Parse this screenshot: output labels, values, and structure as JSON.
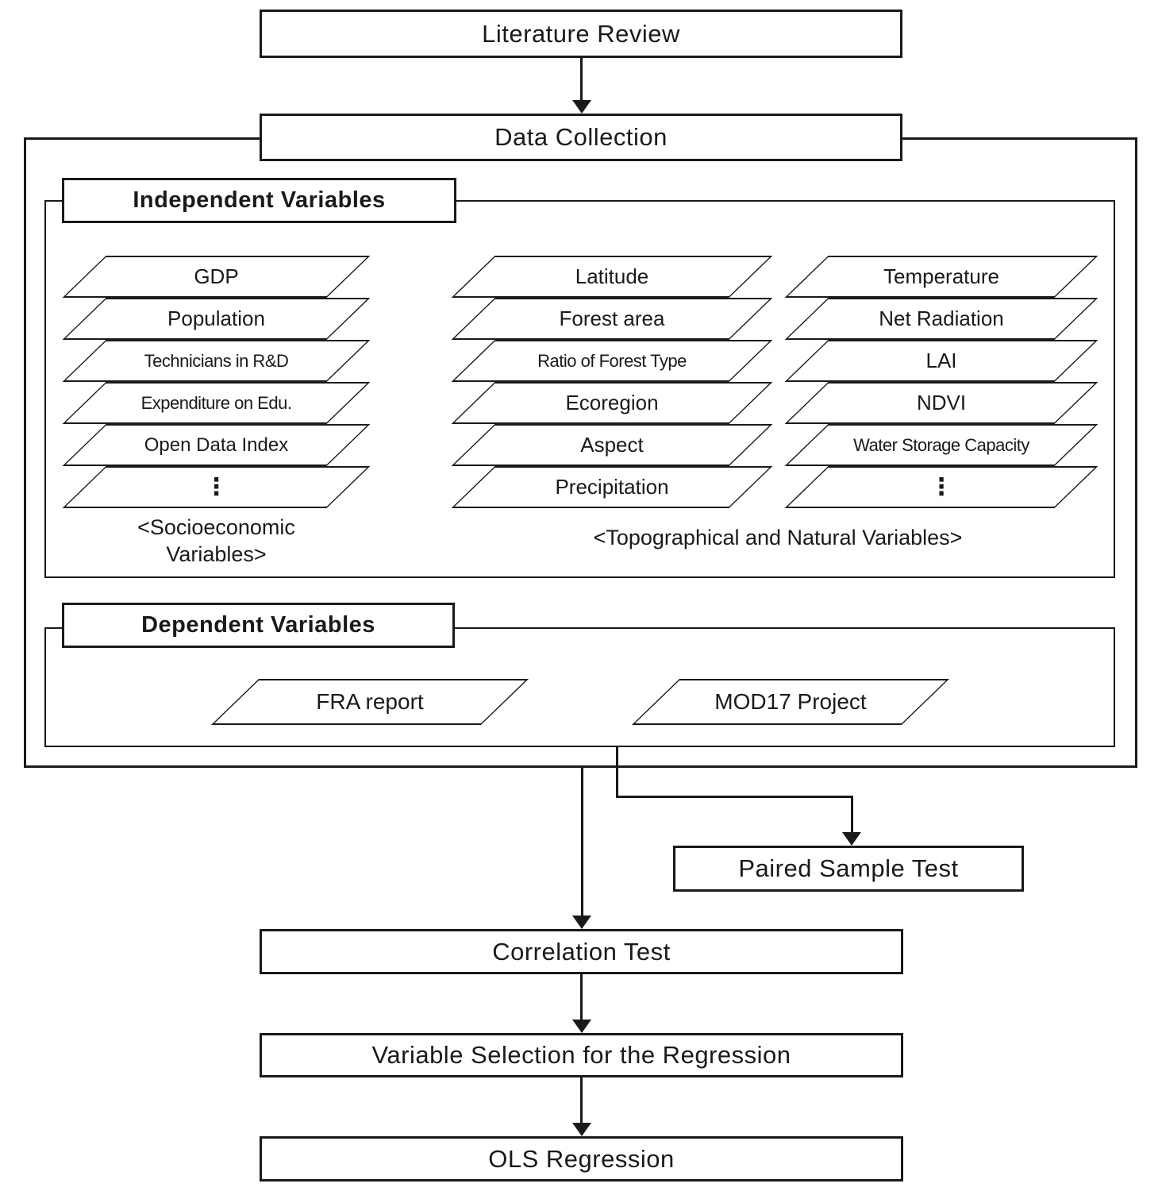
{
  "flow": {
    "literature_review": "Literature Review",
    "data_collection": "Data Collection",
    "paired_sample_test": "Paired Sample Test",
    "correlation_test": "Correlation Test",
    "variable_selection": "Variable Selection for the Regression",
    "ols_regression": "OLS Regression"
  },
  "independent_section": {
    "title": "Independent Variables",
    "socioeconomic_items": [
      "GDP",
      "Population",
      "Technicians in R&D",
      "Expenditure on Edu.",
      "Open Data Index",
      "⋮"
    ],
    "socioeconomic_label": "<Socioeconomic Variables>",
    "topo_col1_items": [
      "Latitude",
      "Forest area",
      "Ratio of Forest Type",
      "Ecoregion",
      "Aspect",
      "Precipitation"
    ],
    "topo_col2_items": [
      "Temperature",
      "Net Radiation",
      "LAI",
      "NDVI",
      "Water Storage Capacity",
      "⋮"
    ],
    "topo_label": "<Topographical and Natural Variables>"
  },
  "dependent_section": {
    "title": "Dependent Variables",
    "fra_item": "FRA report",
    "mod17_item": "MOD17 Project"
  },
  "colors": {
    "line": "#1a1a1a",
    "background": "#ffffff"
  }
}
